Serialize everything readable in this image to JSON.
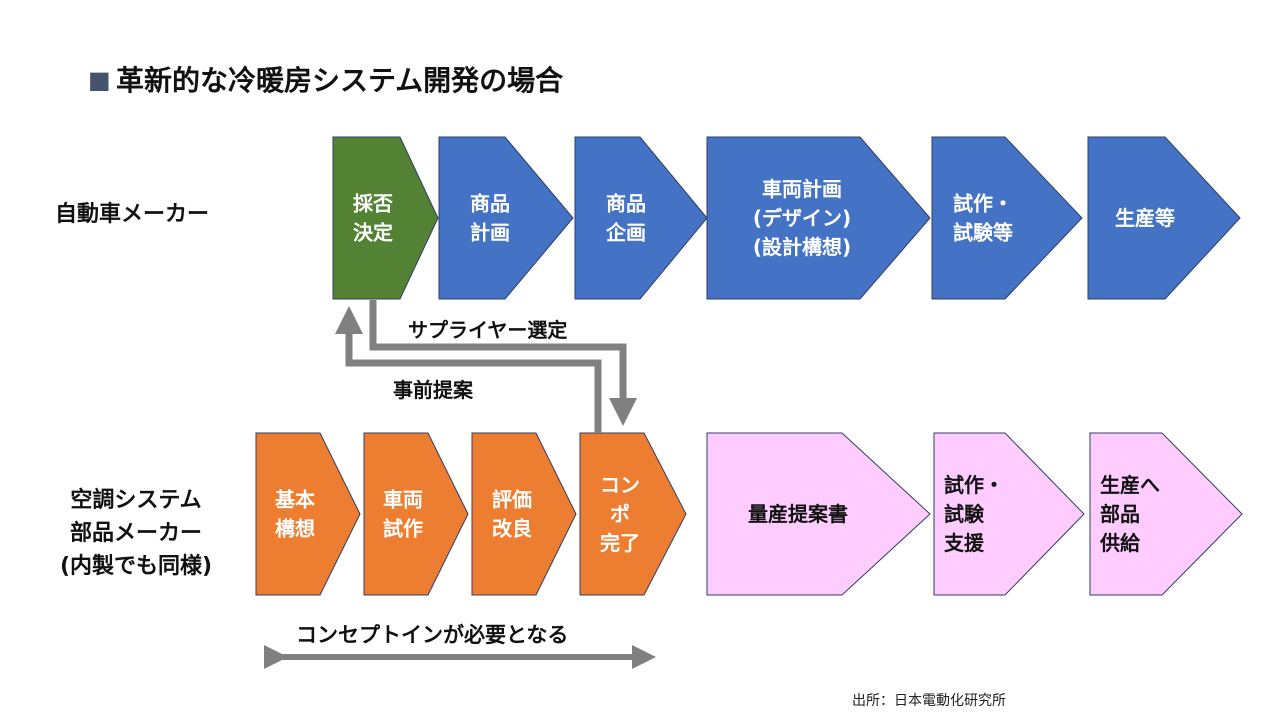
{
  "title": {
    "marker": "■",
    "text": "革新的な冷暖房システム開発の場合"
  },
  "rows": {
    "automaker": {
      "label_lines": [
        "自動車メーカー"
      ]
    },
    "supplier": {
      "label_lines": [
        "空調システム",
        "部品メーカー",
        "(内製でも同様)"
      ]
    }
  },
  "automaker_steps": [
    {
      "lines": [
        "採否",
        "決定"
      ],
      "color": "#548235"
    },
    {
      "lines": [
        "商品",
        "計画"
      ],
      "color": "#4472C4"
    },
    {
      "lines": [
        "商品",
        "企画"
      ],
      "color": "#4472C4"
    },
    {
      "lines": [
        "車両計画",
        "(デザイン)",
        "(設計構想)"
      ],
      "color": "#4472C4"
    },
    {
      "lines": [
        "試作・",
        "試験等"
      ],
      "color": "#4472C4"
    },
    {
      "lines": [
        "生産等"
      ],
      "color": "#4472C4"
    }
  ],
  "supplier_steps": [
    {
      "lines": [
        "基本",
        "構想"
      ],
      "color": "#ED7D31"
    },
    {
      "lines": [
        "車両",
        "試作"
      ],
      "color": "#ED7D31"
    },
    {
      "lines": [
        "評価",
        "改良"
      ],
      "color": "#ED7D31"
    },
    {
      "lines": [
        "コン",
        "ポ",
        "完了"
      ],
      "color": "#ED7D31"
    },
    {
      "lines": [
        "量産提案書"
      ],
      "color": "#FFCCFF"
    },
    {
      "lines": [
        "試作・",
        "試験",
        "支援"
      ],
      "color": "#FFCCFF"
    },
    {
      "lines": [
        "生産へ",
        "部品",
        "供給"
      ],
      "color": "#FFCCFF"
    }
  ],
  "arrows": {
    "supplier_selection": "サプライヤー選定",
    "pre_proposal": "事前提案",
    "concept_in": "コンセプトインが必要となる"
  },
  "source": "出所：日本電動化研究所"
}
